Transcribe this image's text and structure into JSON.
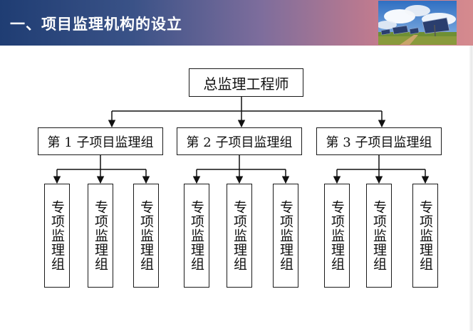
{
  "header": {
    "title": "一、项目监理机构的设立",
    "gradient_start": "#1f3d73",
    "gradient_end": "#d58a8e"
  },
  "photo": {
    "icon": "solar-panel-field-photo"
  },
  "org_chart": {
    "root": "总监理工程师",
    "groups": [
      {
        "label": "第 1 子项目监理组",
        "children": [
          "专项监理组",
          "专项监理组",
          "专项监理组"
        ]
      },
      {
        "label": "第 2 子项目监理组",
        "children": [
          "专项监理组",
          "专项监理组",
          "专项监理组"
        ]
      },
      {
        "label": "第 3 子项目监理组",
        "children": [
          "专项监理组",
          "专项监理组",
          "专项监理组"
        ]
      }
    ]
  }
}
